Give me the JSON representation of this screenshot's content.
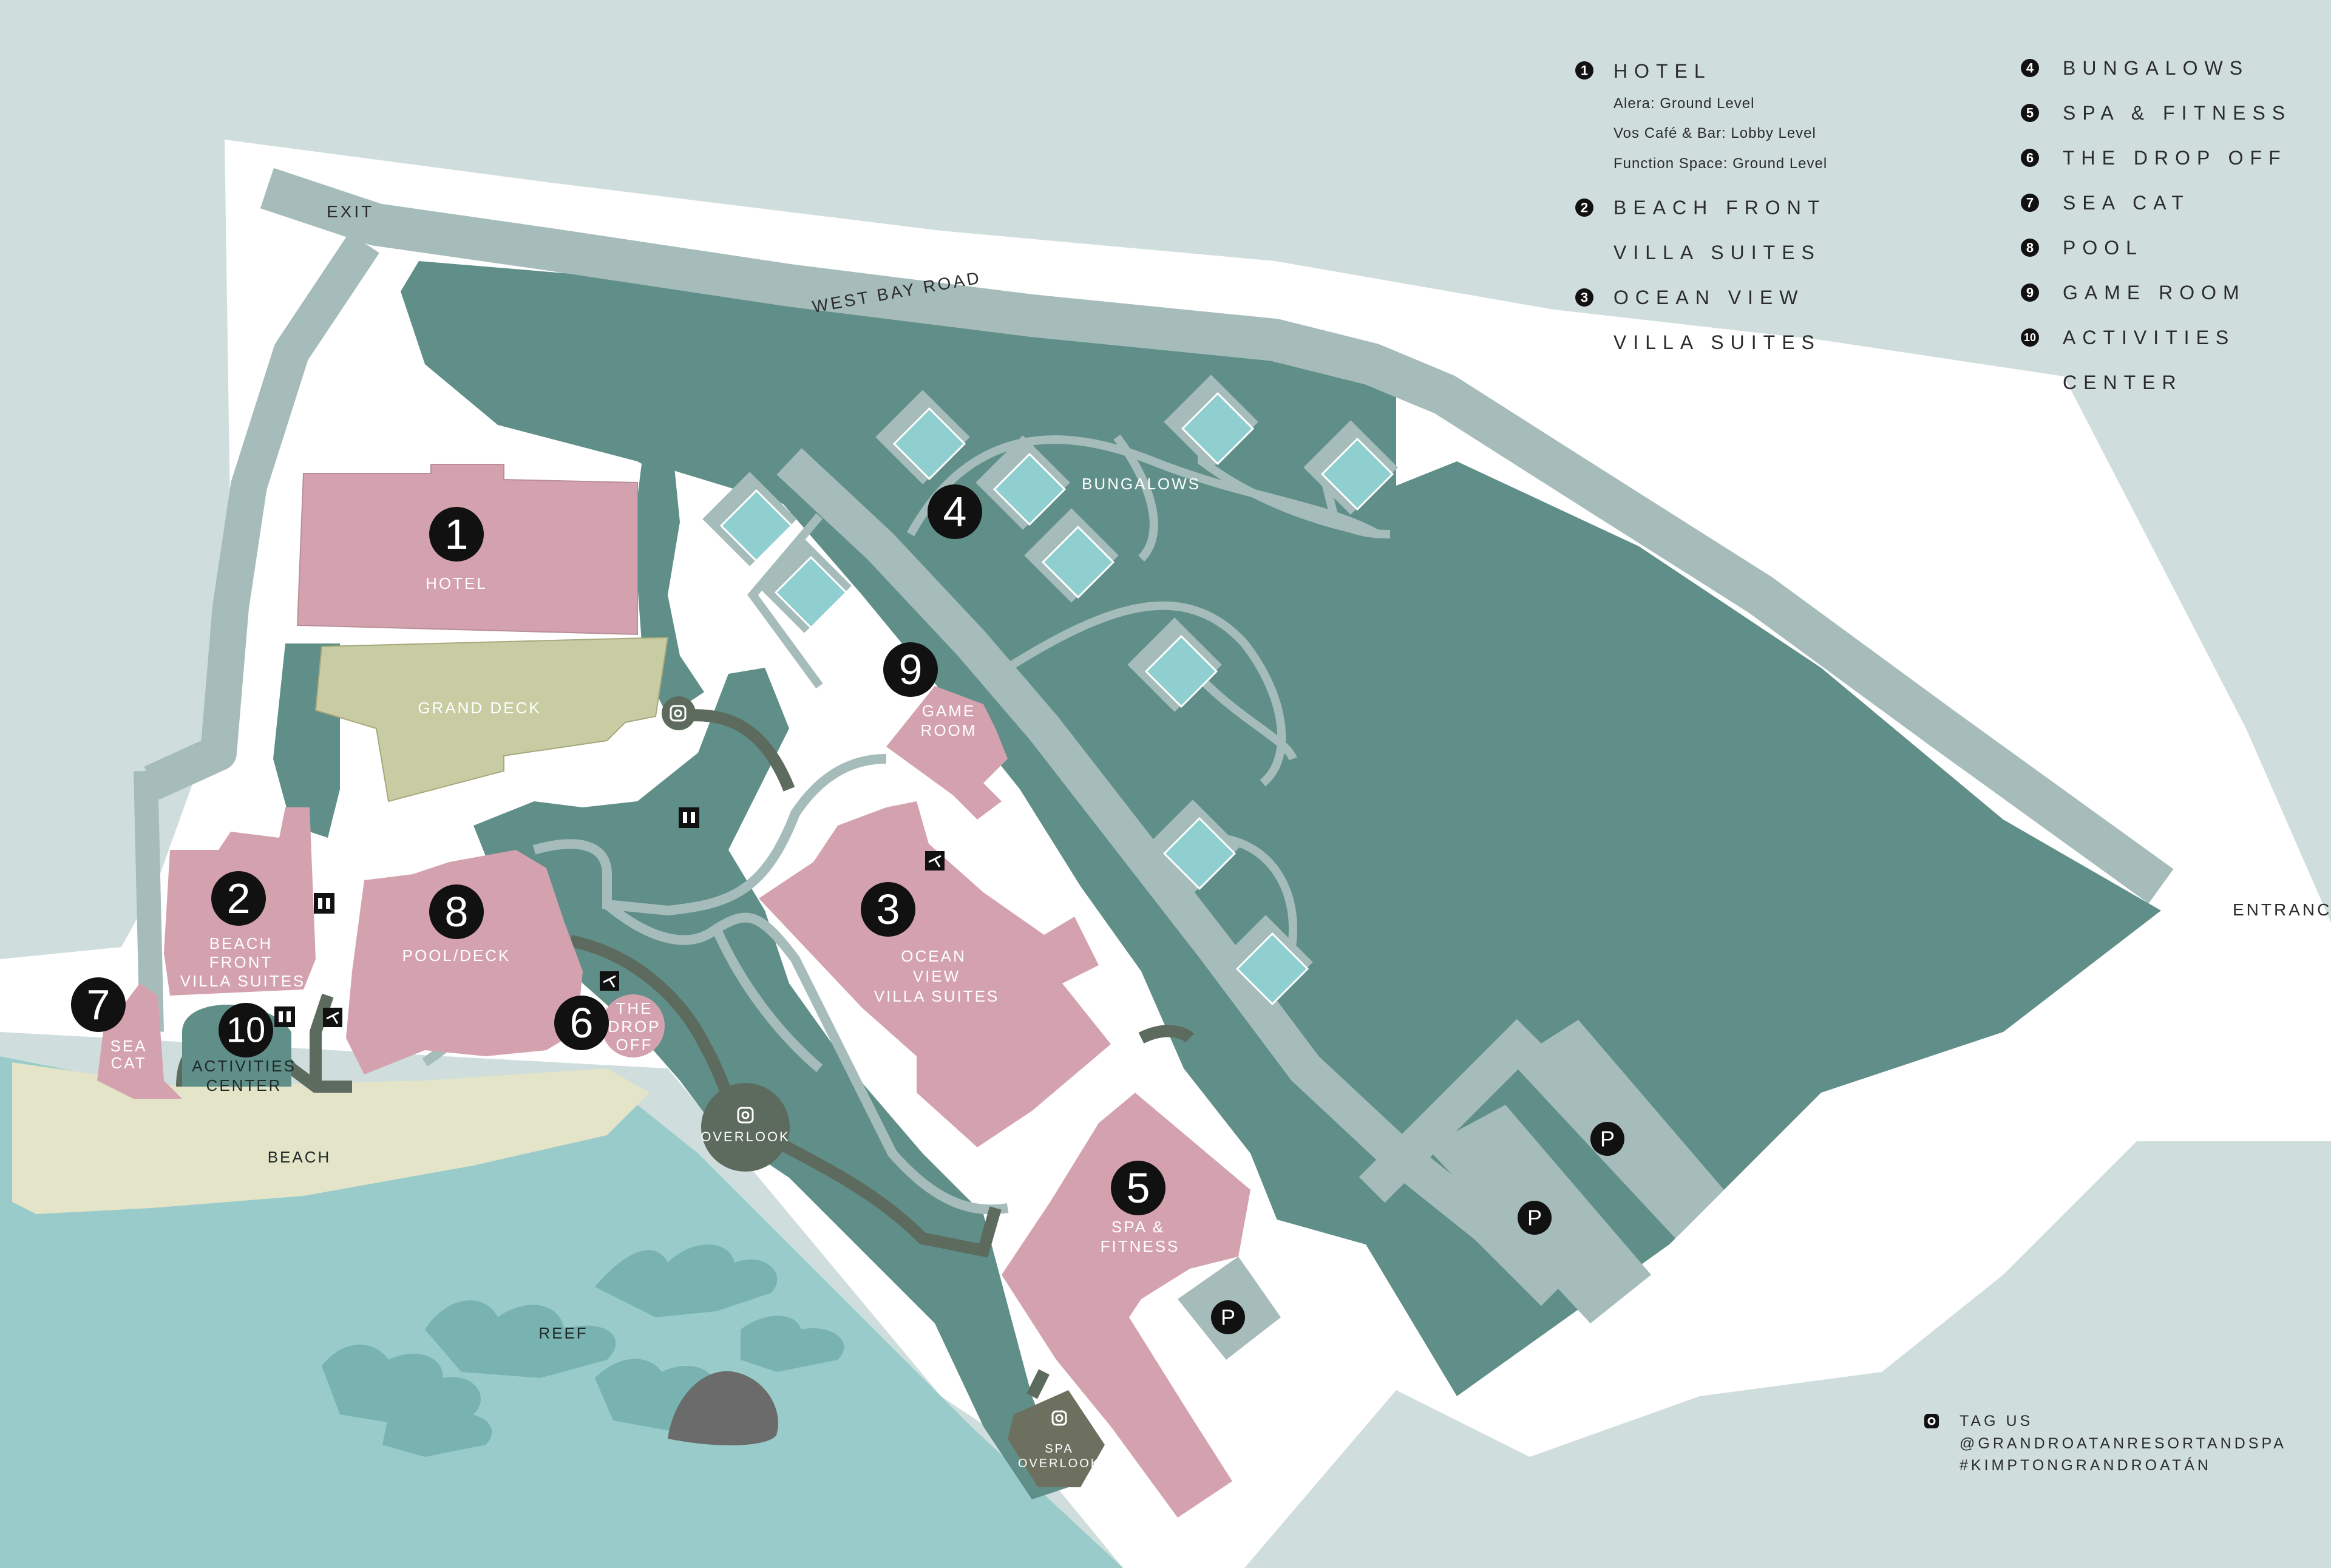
{
  "colors": {
    "water": "#cfdedc",
    "lagoon": "#98cbca",
    "land": "#ffffff",
    "vegetation": "#5f8f88",
    "road": "#a5bcba",
    "building": "#d4a2ae",
    "deck": "#c7cca3",
    "beach": "#e4e4c8",
    "bungalow": "#8fcfcf",
    "path": "#5d6b5e",
    "marker": "#111111"
  },
  "map_labels": {
    "exit": "EXIT",
    "entrance": "ENTRANCE",
    "west_bay_road": "WEST BAY ROAD",
    "bungalows": "BUNGALOWS",
    "hotel": "HOTEL",
    "grand_deck": "GRAND DECK",
    "game_room": [
      "GAME",
      "ROOM"
    ],
    "beach_front": [
      "BEACH",
      "FRONT",
      "VILLA SUITES"
    ],
    "pool_deck": "POOL/DECK",
    "ocean_view": [
      "OCEAN",
      "VIEW",
      "VILLA SUITES"
    ],
    "drop_off": [
      "THE",
      "DROP",
      "OFF"
    ],
    "sea_cat": [
      "SEA",
      "CAT"
    ],
    "activities": [
      "ACTIVITIES",
      "CENTER"
    ],
    "overlook": "OVERLOOK",
    "beach": "BEACH",
    "reef": "REEF",
    "spa_fitness": [
      "SPA &",
      "FITNESS"
    ],
    "spa_overlook": [
      "SPA",
      "OVERLOOK"
    ],
    "parking": "P"
  },
  "markers": [
    "1",
    "2",
    "3",
    "4",
    "5",
    "6",
    "7",
    "8",
    "9",
    "10"
  ],
  "legend": {
    "left": [
      {
        "num": "1",
        "title": "HOTEL",
        "subs": [
          "Alera: Ground Level",
          "Vos Café & Bar: Lobby Level",
          "Function Space: Ground Level"
        ]
      },
      {
        "num": "2",
        "title": "BEACH FRONT",
        "title2": "VILLA SUITES"
      },
      {
        "num": "3",
        "title": "OCEAN VIEW",
        "title2": "VILLA SUITES"
      }
    ],
    "right": [
      {
        "num": "4",
        "title": "BUNGALOWS"
      },
      {
        "num": "5",
        "title": "SPA & FITNESS"
      },
      {
        "num": "6",
        "title": "THE DROP OFF"
      },
      {
        "num": "7",
        "title": "SEA CAT"
      },
      {
        "num": "8",
        "title": "POOL"
      },
      {
        "num": "9",
        "title": "GAME ROOM"
      },
      {
        "num": "10",
        "title": "ACTIVITIES",
        "title2": "CENTER"
      }
    ]
  },
  "tag": {
    "title": "TAG US",
    "handle": "@GRANDROATANRESORTANDSPA",
    "hashtag": "#KIMPTONGRANDROATÁN"
  },
  "icons": [
    "instagram-icon",
    "restroom-icon",
    "beach-umbrella-icon",
    "parking-icon"
  ]
}
